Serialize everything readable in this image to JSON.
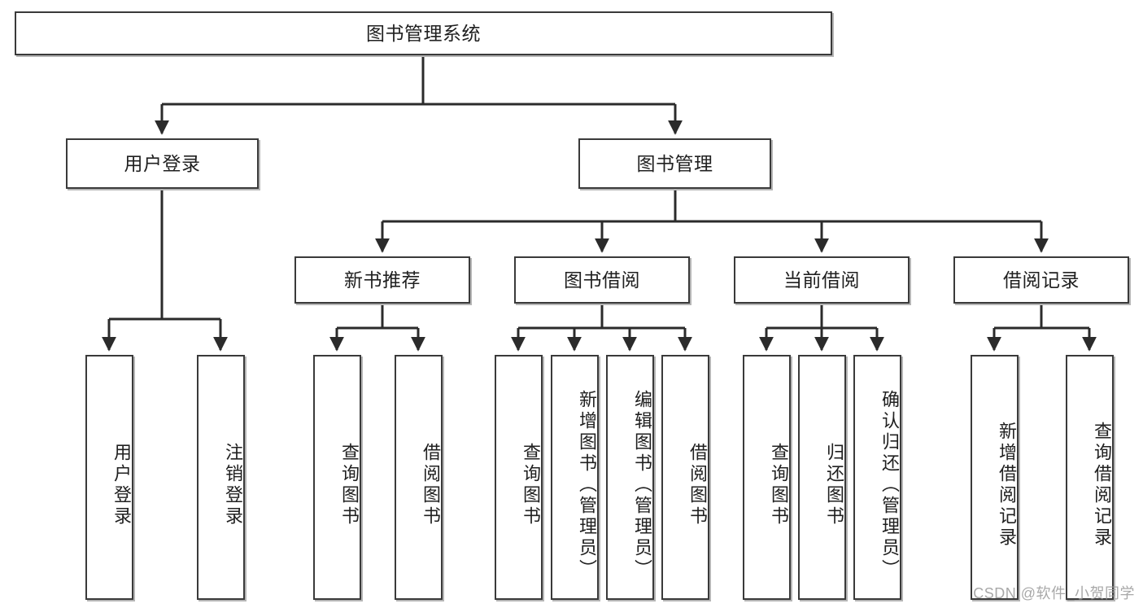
{
  "diagram": {
    "title": "图书管理系统",
    "type": "function-structure-tree",
    "root": {
      "label": "图书管理系统"
    },
    "level2": [
      {
        "label": "用户登录"
      },
      {
        "label": "图书管理"
      }
    ],
    "level3": [
      {
        "label": "新书推荐"
      },
      {
        "label": "图书借阅"
      },
      {
        "label": "当前借阅"
      },
      {
        "label": "借阅记录"
      }
    ],
    "leaves": {
      "user_login": [
        {
          "label": "用户登录"
        },
        {
          "label": "注销登录"
        }
      ],
      "new_book_recommend": [
        {
          "label": "查询图书"
        },
        {
          "label": "借阅图书"
        }
      ],
      "book_borrow": [
        {
          "label": "查询图书"
        },
        {
          "label": "新增图书（管理员）"
        },
        {
          "label": "编辑图书（管理员）"
        },
        {
          "label": "借阅图书"
        }
      ],
      "current_borrow": [
        {
          "label": "查询图书"
        },
        {
          "label": "归还图书"
        },
        {
          "label": "确认归还（管理员）"
        }
      ],
      "borrow_record": [
        {
          "label": "新增借阅记录"
        },
        {
          "label": "查询借阅记录"
        }
      ]
    },
    "watermark": "CSDN @软件_小贺同学",
    "colors": {
      "border": "#3a3a3a",
      "text": "#202020",
      "background": "#ffffff",
      "edge": "#2b2b2b",
      "watermark": "#9a9a9a"
    }
  }
}
